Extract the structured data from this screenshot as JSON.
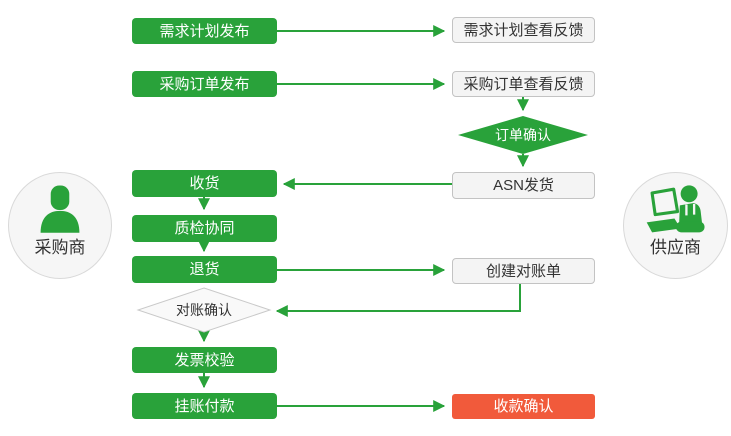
{
  "colors": {
    "green": "#29a23a",
    "red": "#f15a3b",
    "light_box_bg": "#f4f4f4",
    "light_box_border": "#c3c3c3",
    "diamond_light_bg": "#f9f9f9",
    "circle_bg": "#f6f6f6",
    "circle_border": "#d9d9d9",
    "text_dark": "#333333",
    "text_light": "#ffffff"
  },
  "actors": {
    "buyer": {
      "label": "采购商"
    },
    "supplier": {
      "label": "供应商"
    }
  },
  "nodes": {
    "demand_plan_publish": {
      "label": "需求计划发布"
    },
    "purchase_order_publish": {
      "label": "采购订单发布"
    },
    "receiving": {
      "label": "收货"
    },
    "quality_inspection": {
      "label": "质检协同"
    },
    "return_goods": {
      "label": "退货"
    },
    "reconciliation_confirmation": {
      "label": "对账确认"
    },
    "invoice_verification": {
      "label": "发票校验"
    },
    "payment_on_account": {
      "label": "挂账付款"
    },
    "demand_plan_view_feedback": {
      "label": "需求计划查看反馈"
    },
    "purchase_order_view_feedback": {
      "label": "采购订单查看反馈"
    },
    "order_confirmation": {
      "label": "订单确认"
    },
    "asn_shipping": {
      "label": "ASN发货"
    },
    "create_reconciliation": {
      "label": "创建对账单"
    },
    "payment_receipt_confirmation": {
      "label": "收款确认"
    }
  }
}
